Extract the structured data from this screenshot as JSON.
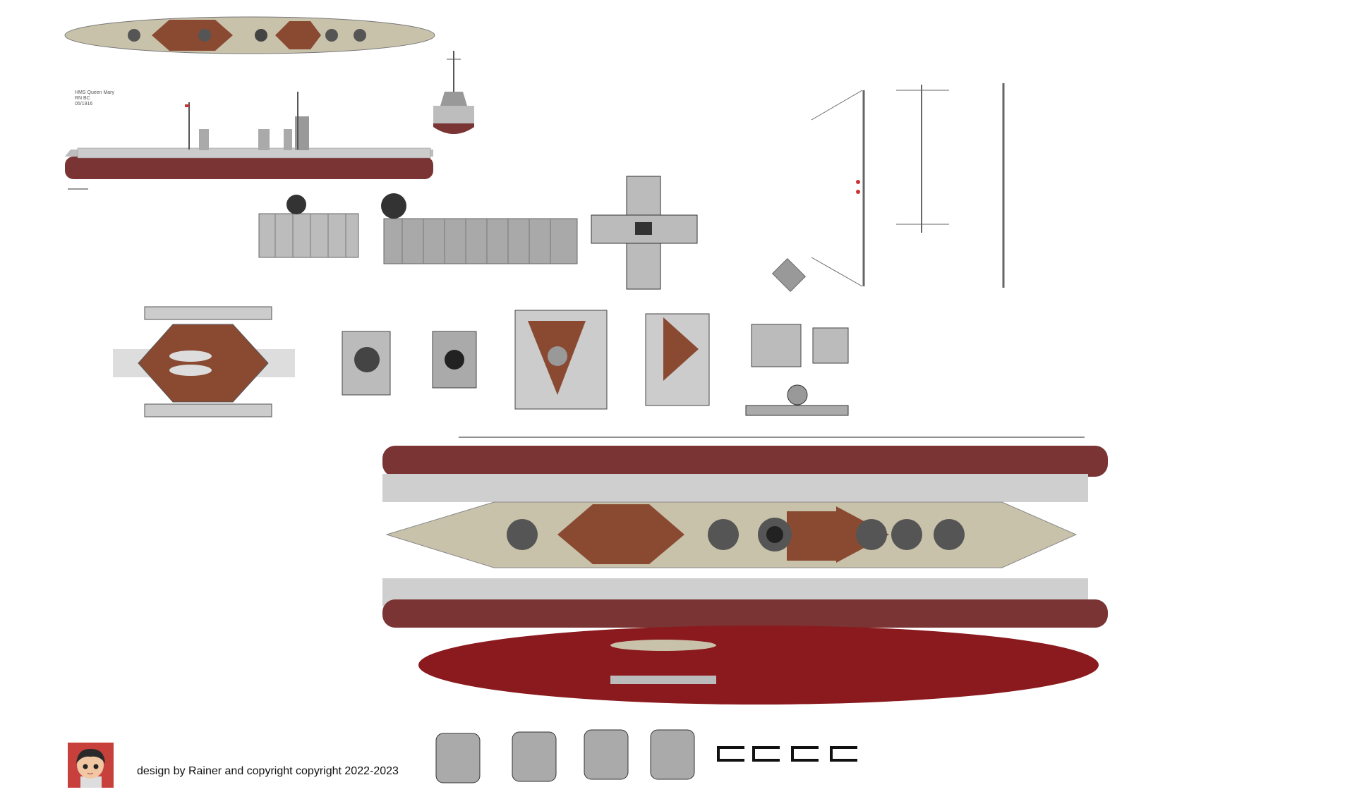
{
  "sheet": {
    "title_lines": [
      "HMS Queen Mary",
      "RN BC",
      "05/1916"
    ],
    "copyright": "design by Rainer and copyright copyright 2022-2023"
  },
  "colors": {
    "hull_red": "#7a3434",
    "deck_tan": "#c9c2ab",
    "grey": "#bdbdbd",
    "stand_red": "#8a1a1e",
    "wood": "#8a4a32"
  }
}
